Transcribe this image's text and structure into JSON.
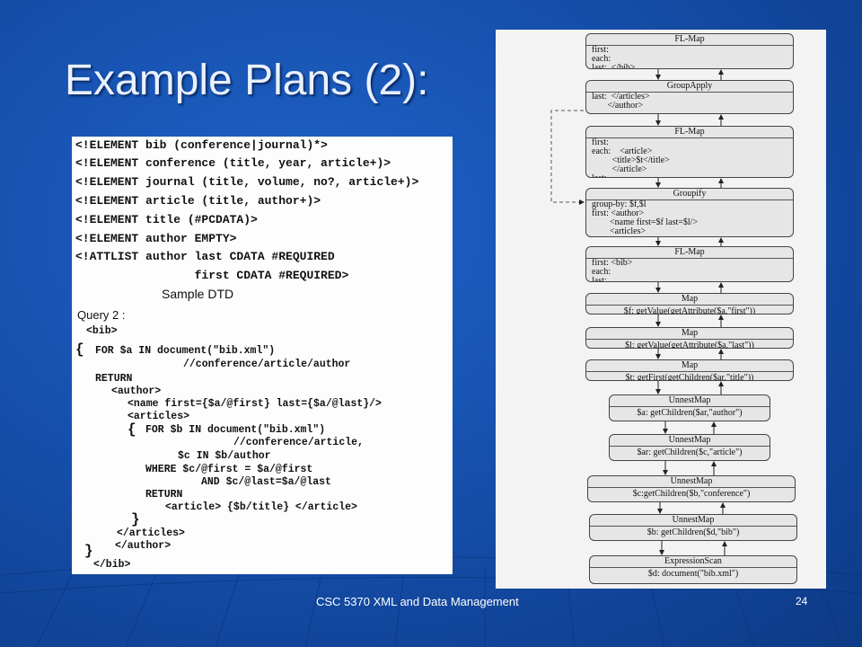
{
  "title": "Example Plans (2):",
  "dtd": {
    "lines": [
      "<!ELEMENT bib (conference|journal)*>",
      "<!ELEMENT conference (title, year, article+)>",
      "<!ELEMENT journal (title, volume, no?, article+)>",
      "<!ELEMENT article (title, author+)>",
      "<!ELEMENT title (#PCDATA)>",
      "<!ELEMENT author EMPTY>",
      "<!ATTLIST author last CDATA #REQUIRED",
      "                 first CDATA #REQUIRED>"
    ],
    "caption": "Sample DTD"
  },
  "query": {
    "label": "Query 2 :",
    "lines": [
      "<bib>",
      "FOR $a IN document(\"bib.xml\")",
      "//conference/article/author",
      "RETURN",
      "<author>",
      "<name first={$a/@first} last={$a/@last}/>",
      "<articles>",
      "FOR $b IN document(\"bib.xml\")",
      "//conference/article,",
      "$c IN $b/author",
      "WHERE $c/@first = $a/@first",
      "AND $c/@last=$a/@last",
      "RETURN",
      "<article> {$b/title} </article>",
      "</articles>",
      "</author>",
      "</bib>"
    ]
  },
  "plan": {
    "ops": [
      {
        "name": "FL-Map",
        "lines": [
          "first:",
          "each:",
          "last:  </bib>"
        ]
      },
      {
        "name": "GroupApply",
        "lines": [
          "last:  </articles>",
          "       </author>"
        ]
      },
      {
        "name": "FL-Map",
        "lines": [
          "first:",
          "each:    <article>",
          "         <title>$t</title>",
          "         </article>",
          "last:"
        ]
      },
      {
        "name": "Groupify",
        "lines": [
          "group-by: $f,$l",
          "first: <author>",
          "        <name first=$f last=$l/>",
          "        <articles>"
        ]
      },
      {
        "name": "FL-Map",
        "lines": [
          "first: <bib>",
          "each:",
          "last:"
        ]
      },
      {
        "name": "Map",
        "lines": [
          "$f: getValue(getAttribute($a,\"first\"))"
        ]
      },
      {
        "name": "Map",
        "lines": [
          "$l: getValue(getAttribute($a,\"last\"))"
        ]
      },
      {
        "name": "Map",
        "lines": [
          "$t: getFirst(getChildren($ar,\"title\"))"
        ]
      },
      {
        "name": "UnnestMap",
        "lines": [
          "$a: getChildren($ar,\"author\")"
        ]
      },
      {
        "name": "UnnestMap",
        "lines": [
          "$ar: getChildren($c,\"article\")"
        ]
      },
      {
        "name": "UnnestMap",
        "lines": [
          "$c:getChildren($b,\"conference\")"
        ]
      },
      {
        "name": "UnnestMap",
        "lines": [
          "$b: getChildren($d,\"bib\")"
        ]
      },
      {
        "name": "ExpressionScan",
        "lines": [
          "$d: document(\"bib.xml\")"
        ]
      }
    ]
  },
  "footer": "CSC 5370 XML and Data Management",
  "slide_number": "24",
  "colors": {
    "background": "#1650ad",
    "title": "#e9f1ff",
    "panel": "#fdfdfd"
  }
}
